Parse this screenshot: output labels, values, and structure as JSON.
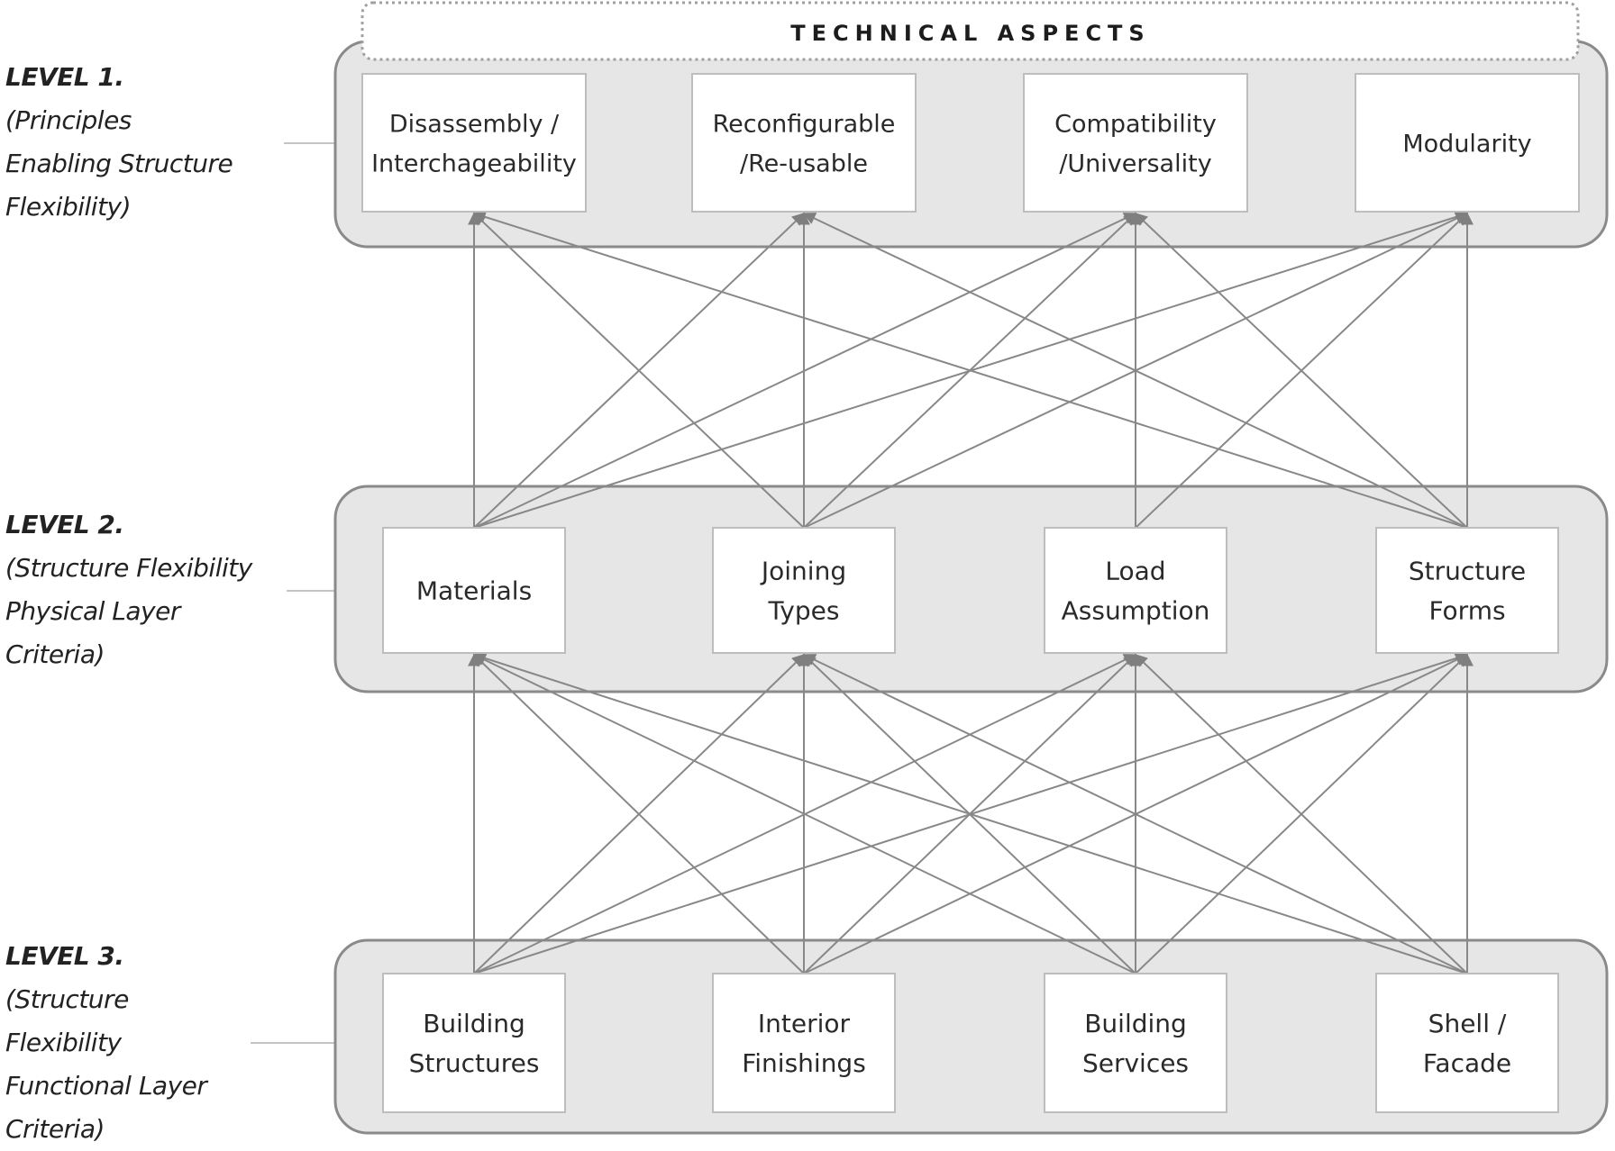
{
  "title": "TECHNICAL ASPECTS",
  "colors": {
    "container_fill": "#e6e6e6",
    "container_stroke": "#8a8a8a",
    "box_stroke": "#bdbdbd",
    "arrow": "#888888",
    "text": "#222222"
  },
  "levels": [
    {
      "id": "level1",
      "title": "LEVEL 1.",
      "description_lines": [
        "(Principles",
        "Enabling Structure",
        "Flexibility)"
      ],
      "nodes": [
        {
          "lines": [
            "Disassembly /",
            "Interchageability"
          ]
        },
        {
          "lines": [
            "Reconfigurable",
            "/Re-usable"
          ]
        },
        {
          "lines": [
            "Compatibility",
            "/Universality"
          ]
        },
        {
          "lines": [
            "Modularity"
          ]
        }
      ]
    },
    {
      "id": "level2",
      "title": "LEVEL 2.",
      "description_lines": [
        "(Structure Flexibility",
        "Physical Layer",
        "Criteria)"
      ],
      "nodes": [
        {
          "lines": [
            "Materials"
          ]
        },
        {
          "lines": [
            "Joining",
            "Types"
          ]
        },
        {
          "lines": [
            "Load",
            "Assumption"
          ]
        },
        {
          "lines": [
            "Structure",
            "Forms"
          ]
        }
      ]
    },
    {
      "id": "level3",
      "title": "LEVEL 3.",
      "description_lines": [
        "(Structure",
        "Flexibility",
        "Functional Layer",
        "Criteria)"
      ],
      "nodes": [
        {
          "lines": [
            "Building",
            "Structures"
          ]
        },
        {
          "lines": [
            "Interior",
            "Finishings"
          ]
        },
        {
          "lines": [
            "Building",
            "Services"
          ]
        },
        {
          "lines": [
            "Shell /",
            "Facade"
          ]
        }
      ]
    }
  ],
  "edges": {
    "level2_to_level1": [
      [
        0,
        0
      ],
      [
        0,
        1
      ],
      [
        0,
        2
      ],
      [
        0,
        3
      ],
      [
        1,
        0
      ],
      [
        1,
        1
      ],
      [
        1,
        2
      ],
      [
        1,
        3
      ],
      [
        2,
        2
      ],
      [
        2,
        3
      ],
      [
        3,
        0
      ],
      [
        3,
        1
      ],
      [
        3,
        2
      ],
      [
        3,
        3
      ]
    ],
    "level3_to_level2": [
      [
        0,
        0
      ],
      [
        0,
        1
      ],
      [
        0,
        2
      ],
      [
        0,
        3
      ],
      [
        1,
        0
      ],
      [
        1,
        1
      ],
      [
        1,
        2
      ],
      [
        1,
        3
      ],
      [
        2,
        0
      ],
      [
        2,
        1
      ],
      [
        2,
        2
      ],
      [
        2,
        3
      ],
      [
        3,
        0
      ],
      [
        3,
        1
      ],
      [
        3,
        2
      ],
      [
        3,
        3
      ]
    ]
  }
}
